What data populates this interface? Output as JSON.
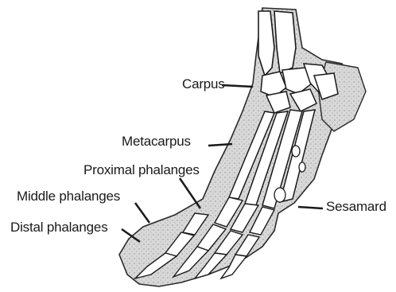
{
  "labels": {
    "carpus": "Carpus",
    "metacarpus": "Metacarpus",
    "proximal_phalanges": "Proximal phalanges",
    "middle_phalanges": "Middle phalanges",
    "distal_phalanges": "Distal phalanges",
    "sesamard": "Sesamard"
  },
  "colors": {
    "soft_tissue": "#d6d6d6",
    "bone": "#ffffff",
    "ink": "#1a1a1a",
    "stipple": "#8f8f8f"
  }
}
